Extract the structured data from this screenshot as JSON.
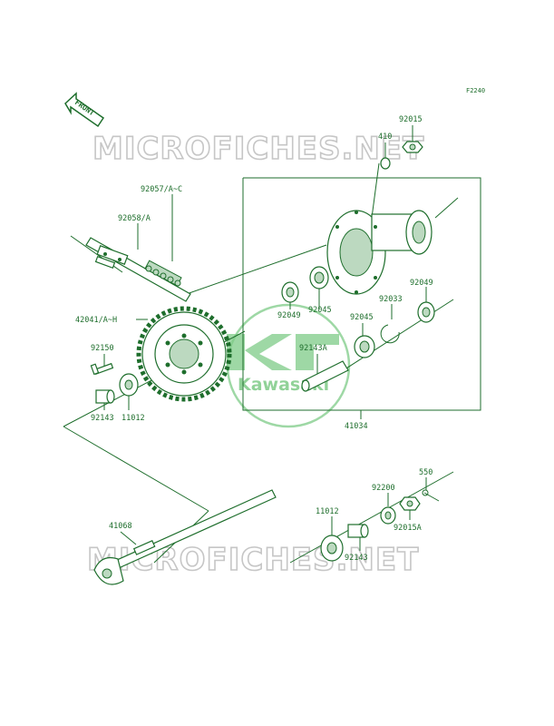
{
  "figure_code": "F2240",
  "front_label": "FRONT",
  "watermark_text": "MICROFICHES.NET",
  "logo_text": "Kawasaki",
  "colors": {
    "line": "#1e6e2c",
    "logo_green": "#7ecb87",
    "watermark": "#c6c6c6"
  },
  "parts": [
    {
      "id": "p92015",
      "label": "92015"
    },
    {
      "id": "p410",
      "label": "410"
    },
    {
      "id": "p92057",
      "label": "92057/A~C"
    },
    {
      "id": "p92058",
      "label": "92058/A"
    },
    {
      "id": "p42041",
      "label": "42041/A~H"
    },
    {
      "id": "p92049a",
      "label": "92049"
    },
    {
      "id": "p92049b",
      "label": "92049"
    },
    {
      "id": "p92045a",
      "label": "92045"
    },
    {
      "id": "p92045b",
      "label": "92045"
    },
    {
      "id": "p92033",
      "label": "92033"
    },
    {
      "id": "p92143a",
      "label": "92143A"
    },
    {
      "id": "p92150",
      "label": "92150"
    },
    {
      "id": "p11012a",
      "label": "11012"
    },
    {
      "id": "p92143b",
      "label": "92143"
    },
    {
      "id": "p41034",
      "label": "41034"
    },
    {
      "id": "p550",
      "label": "550"
    },
    {
      "id": "p92200",
      "label": "92200"
    },
    {
      "id": "p11012b",
      "label": "11012"
    },
    {
      "id": "p92015a",
      "label": "92015A"
    },
    {
      "id": "p41068",
      "label": "41068"
    },
    {
      "id": "p92143c",
      "label": "92143"
    }
  ]
}
